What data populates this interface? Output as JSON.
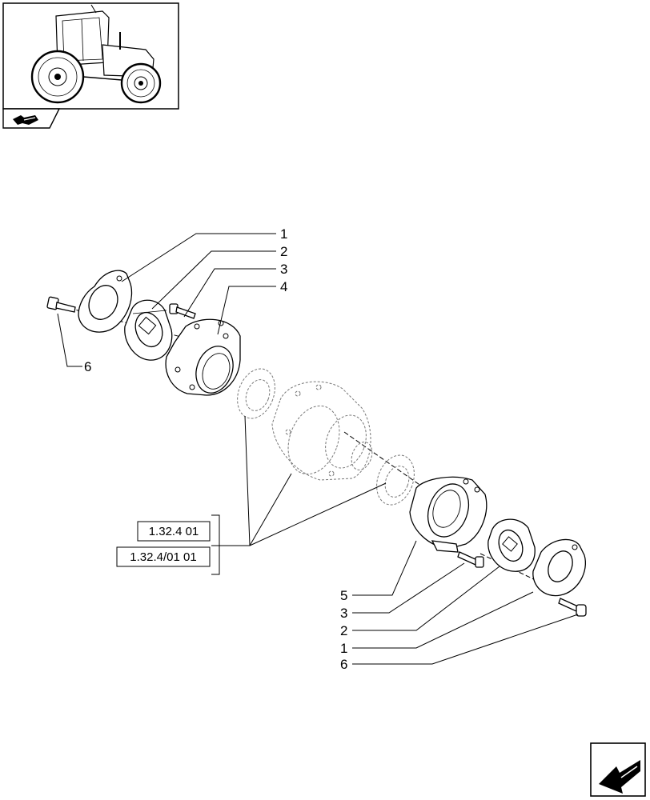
{
  "callouts_top": [
    "1",
    "2",
    "3",
    "4"
  ],
  "callout_left_bolt": "6",
  "callouts_bottom": [
    "5",
    "3",
    "2",
    "1",
    "6"
  ],
  "references": [
    "1.32.4 01",
    "1.32.4/01 01"
  ],
  "icons": {
    "thumbnail": "tractor-thumbnail",
    "small_arrow": "section-arrow-icon",
    "next_page": "next-page-arrow-icon"
  }
}
